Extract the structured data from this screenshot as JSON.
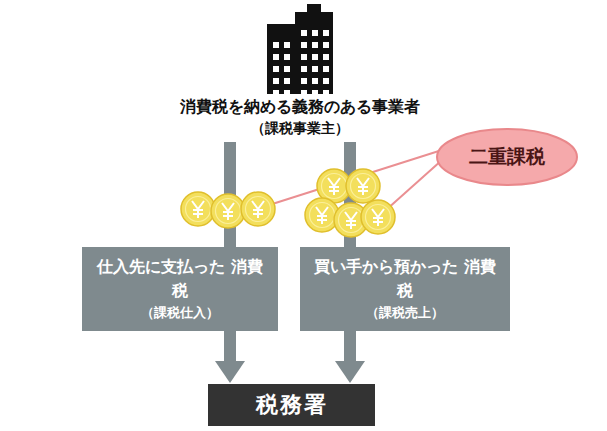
{
  "diagram": {
    "nodes": [
      {
        "text": [
          "消費税を納める義務のある事業者",
          "（課税事業主）"
        ]
      },
      {
        "text": [
          "二重課税"
        ]
      },
      {
        "text": [
          "仕入先に支払った 消費税",
          "（課税仕入）"
        ]
      },
      {
        "text": [
          "買い手から預かった 消費税",
          "（課税売上）"
        ]
      },
      {
        "text": [
          "税務署"
        ]
      }
    ],
    "edges": [
      {
        "from": 0,
        "to": 2,
        "arrow": "none"
      },
      {
        "from": 0,
        "to": 3,
        "arrow": "none"
      },
      {
        "from": 2,
        "to": 4,
        "arrow": "to"
      },
      {
        "from": 3,
        "to": 4,
        "arrow": "to"
      }
    ]
  }
}
